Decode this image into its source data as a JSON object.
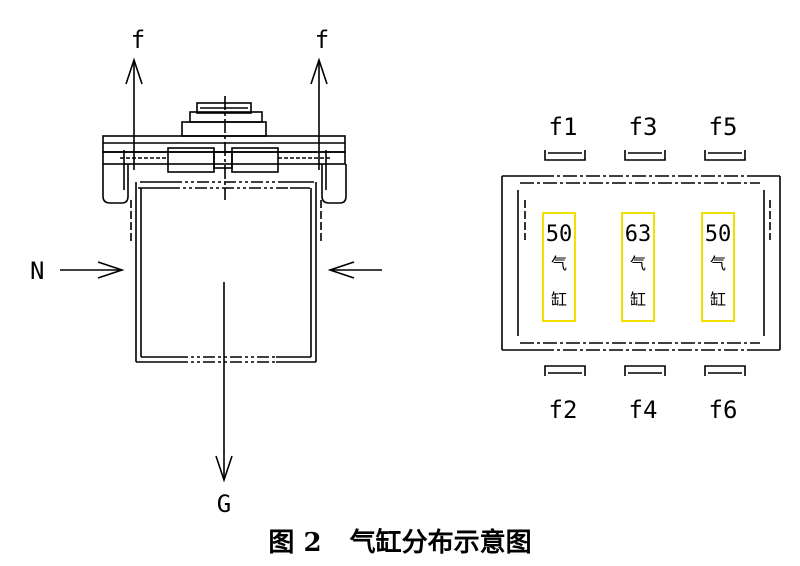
{
  "left_diagram": {
    "force_f_left": "f",
    "force_f_right": "f",
    "force_n": "N",
    "force_g": "G"
  },
  "right_diagram": {
    "top_labels": [
      "f1",
      "f3",
      "f5"
    ],
    "bottom_labels": [
      "f2",
      "f4",
      "f6"
    ],
    "cylinders": [
      {
        "size": "50",
        "char1": "气",
        "char2": "缸"
      },
      {
        "size": "63",
        "char1": "气",
        "char2": "缸"
      },
      {
        "size": "50",
        "char1": "气",
        "char2": "缸"
      }
    ],
    "cylinder_highlight_color": "#f2e100"
  },
  "caption": {
    "figure_no": "图 2",
    "title": "气缸分布示意图"
  }
}
